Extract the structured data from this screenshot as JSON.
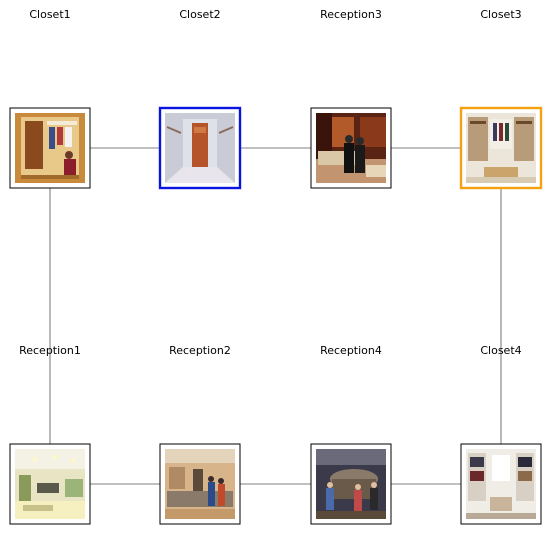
{
  "colors": {
    "edge": "#808080",
    "frame_default": "#000000",
    "frame_selected": "#0b15e0",
    "frame_highlight": "#f5a00f"
  },
  "nodes": [
    {
      "id": "closet1",
      "label": "Closet1",
      "row": 0,
      "col": 0,
      "frame": "default",
      "scene": "closet-open-wardrobe"
    },
    {
      "id": "closet2",
      "label": "Closet2",
      "row": 0,
      "col": 1,
      "frame": "selected",
      "scene": "closet-empty-room"
    },
    {
      "id": "reception3",
      "label": "Reception3",
      "row": 0,
      "col": 2,
      "frame": "default",
      "scene": "reception-dark-wood"
    },
    {
      "id": "closet3",
      "label": "Closet3",
      "row": 0,
      "col": 3,
      "frame": "highlight",
      "scene": "closet-walk-in"
    },
    {
      "id": "reception1",
      "label": "Reception1",
      "row": 1,
      "col": 0,
      "frame": "default",
      "scene": "reception-bright-lobby"
    },
    {
      "id": "reception2",
      "label": "Reception2",
      "row": 1,
      "col": 1,
      "frame": "default",
      "scene": "reception-desk-people"
    },
    {
      "id": "reception4",
      "label": "Reception4",
      "row": 1,
      "col": 2,
      "frame": "default",
      "scene": "reception-round-desk"
    },
    {
      "id": "closet4",
      "label": "Closet4",
      "row": 1,
      "col": 3,
      "frame": "default",
      "scene": "closet-white-shelves"
    }
  ],
  "edges": [
    [
      "closet1",
      "closet2"
    ],
    [
      "closet2",
      "reception3"
    ],
    [
      "reception3",
      "closet3"
    ],
    [
      "closet1",
      "reception1"
    ],
    [
      "closet3",
      "closet4"
    ],
    [
      "reception1",
      "reception2"
    ],
    [
      "reception2",
      "reception4"
    ],
    [
      "reception4",
      "closet4"
    ]
  ]
}
